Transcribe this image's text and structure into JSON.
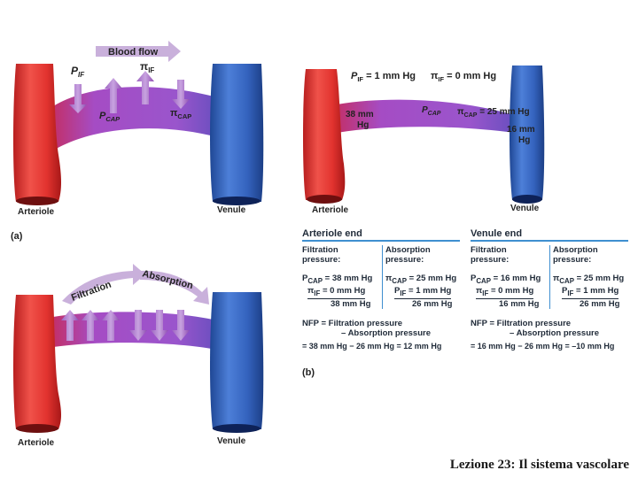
{
  "colors": {
    "artery": "#d8322e",
    "vein": "#2f5fb8",
    "capillary": "#9c4fc0",
    "arrow": "#8e4cb0",
    "rule": "#3f8fd0"
  },
  "panel_a": {
    "blood_flow": "Blood flow",
    "p_if": "P",
    "p_if_sub": "IF",
    "pi_if": "π",
    "pi_if_sub": "IF",
    "p_cap": "P",
    "p_cap_sub": "CAP",
    "pi_cap": "π",
    "pi_cap_sub": "CAP",
    "arteriole": "Arteriole",
    "venule": "Venule",
    "tag": "(a)"
  },
  "panel_a2": {
    "filtration": "Filtration",
    "absorption": "Absorption",
    "arteriole": "Arteriole",
    "venule": "Venule"
  },
  "panel_b": {
    "p_if_val": "P",
    "p_if_sub": "IF",
    "p_if_eq": " = 1 mm Hg",
    "pi_if": "π",
    "pi_if_sub": "IF",
    "pi_if_eq": " = 0 mm Hg",
    "p_cap": "P",
    "p_cap_sub": "CAP",
    "pi_cap": "π",
    "pi_cap_sub": "CAP",
    "pi_cap_eq": " = 25 mm Hg",
    "art_val": "38 mm",
    "art_unit": "Hg",
    "ven_val": "16 mm",
    "ven_unit": "Hg",
    "arteriole": "Arteriole",
    "venule": "Venule",
    "tag": "(b)"
  },
  "tables": {
    "arteriole_end": {
      "header": "Arteriole end",
      "filt1": "Filtration",
      "filt2": "pressure:",
      "abs1": "Absorption",
      "abs2": "pressure:",
      "f_line1": "P",
      "f_line1_sub": "CAP",
      "f_line1_rest": " = 38 mm Hg",
      "f_line2": "π",
      "f_line2_sub": "IF",
      "f_line2_rest": " =   0 mm Hg",
      "f_total": "38 mm Hg",
      "a_line1": "π",
      "a_line1_sub": "CAP",
      "a_line1_rest": " = 25 mm Hg",
      "a_line2": "P",
      "a_line2_sub": "IF",
      "a_line2_rest": " =   1 mm Hg",
      "a_total": "26 mm Hg",
      "nfp1": "NFP = Filtration pressure",
      "nfp2": "– Absorption pressure",
      "nfp3": "= 38 mm Hg − 26 mm Hg = 12 mm Hg"
    },
    "venule_end": {
      "header": "Venule end",
      "filt1": "Filtration",
      "filt2": "pressure:",
      "abs1": "Absorption",
      "abs2": "pressure:",
      "f_line1": "P",
      "f_line1_sub": "CAP",
      "f_line1_rest": " = 16 mm Hg",
      "f_line2": "π",
      "f_line2_sub": "IF",
      "f_line2_rest": " =   0 mm Hg",
      "f_total": "16 mm Hg",
      "a_line1": "π",
      "a_line1_sub": "CAP",
      "a_line1_rest": " = 25 mm Hg",
      "a_line2": "P",
      "a_line2_sub": "IF",
      "a_line2_rest": " =   1 mm Hg",
      "a_total": "26 mm Hg",
      "nfp1": "NFP = Filtration pressure",
      "nfp2": "– Absorption pressure",
      "nfp3": "= 16 mm Hg − 26 mm Hg = –10 mm Hg"
    }
  },
  "footer": "Lezione 23: Il sistema vascolare"
}
